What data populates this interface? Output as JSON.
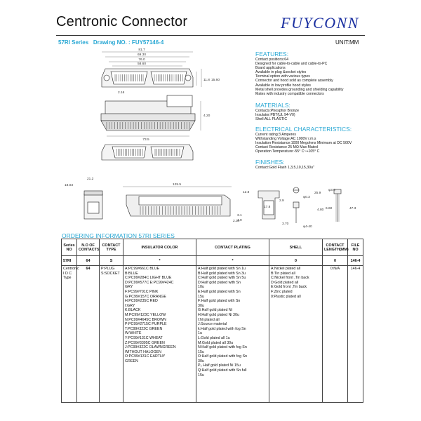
{
  "header": {
    "title": "Centronic Connector",
    "brand": "FUYCONN",
    "series_label": "57RI Series",
    "drawing_label": "Drawing NO. : FUY57146-4",
    "unit": "UNIT:MM"
  },
  "features": {
    "heading": "FEATURES:",
    "items": [
      "Contact positions:64",
      "Designed for cable-to-cable and cable-to-PC",
      "Board applications",
      "Available in plug &socket styles",
      "Terminal option with various types",
      "Connector and hood sold as complete assembly",
      "Available in low profile hood styles",
      "Metal shell provides grounding and shielding capability",
      "Mates with industry compatible connectors"
    ]
  },
  "materials": {
    "heading": "MATERIALS:",
    "items": [
      "Contacts:Phosphor Bronze",
      "Insulator:PBT(UL 94-V0)",
      "Shell:ALL PLASTIC"
    ]
  },
  "electrical": {
    "heading": "ELECTRICAL CHARACTERISTICS:",
    "items": [
      "Current rating:3 Amperes",
      "Withstanding Voltage:AC 1000V r.m.s",
      "Insulation Resistance:1000  Megohms Minimum at DC 500V",
      "Contact Resistance 25 MΩ  Max Mated",
      "Operation Temperature:-55° C~+105° C"
    ]
  },
  "finishes": {
    "heading": "FINISHES:",
    "items": [
      "Contact:Gold Flash 1,3,5,10,15,30u\""
    ]
  },
  "dimensions": {
    "d1": "81.7",
    "d2": "69.30",
    "d3": "76.0",
    "d4": "58.60",
    "d5": "11.8",
    "d6": "15.60",
    "d7": "2.16",
    "d8": "4.20",
    "d9": "73.5",
    "d10": "21.2",
    "d11": "18.03",
    "d12": "125.5",
    "d13": "2.34",
    "d14": "12.8",
    "d15": "17.8",
    "d16": "2.9",
    "d17": "3.1",
    "d18": "4.9",
    "d19": "3.70",
    "d20": "25.9",
    "d21": "φ0.3",
    "d22": "φ4-40",
    "d23": "6.60",
    "d24": "47.3",
    "d25": "φ3.0",
    "d26": "4.80"
  },
  "ordering": {
    "heading": "ORDERING INFORMATION 57RI SERIES",
    "columns": [
      "Series NO",
      "N.O OF CONTACTS",
      "CONTACT TYPE",
      "INSULATOR COLOR",
      "CONTACT PLATING",
      "SHELL",
      "CONTACT LENGTH(MM)",
      "FILE NO"
    ],
    "code_row": [
      "57RI",
      "64",
      "S",
      "*",
      "*",
      "0",
      "0",
      "146-4"
    ],
    "body": {
      "series": [
        "Centronic",
        "I D C",
        "Type"
      ],
      "contacts": "64",
      "contact_type": [
        "P:PLUG",
        "S:SOCKET"
      ],
      "insulator": [
        "A:PC99#661C BLUE",
        "B:BLUE",
        "C:PC99#284C LIGHT BLUE",
        "D:PC99#577C E:PC99#424C",
        "GRY",
        "F:PC99#701C PINK",
        "G:PC99#157C ORANGE",
        "H:PC99#235C RED",
        "I:GRY",
        "K:BLACK",
        "M:PC99#123C  YELLOW",
        "N:PC99#4645C BROWN",
        "P:PC99#2715C PURPLE",
        "T:PC99#322C GREEN",
        "W:WHITE",
        "Y:PC99#131C WHEAT",
        "Z:PC99#3395C GREEN",
        "J:PC99#322C OLAWNGREEN",
        "WITHOUT HALOGEN",
        "O:PC99#131C EARTHY",
        "GREEN"
      ],
      "plating": [
        "A:Half gold plated with Sn 1u",
        "B:Half gold plated with Sn 3u",
        "C:Half gold plated with Sn 5u",
        "D:Half gold plated with Sn",
        "10u",
        "E:Half gold plated with Sn",
        "15u",
        "F:Half gold plated with Sn",
        "30u",
        "G:Half gold plated Ni",
        "H:Half gold plated Ni 30u",
        "I:Ni plated all",
        "J:Source material",
        "k:Half gold plated with fog Sn",
        "1u",
        "L:Gold plated all 1u",
        "M:Gold plated all 30u",
        "N:Half gold plated with fog Sn",
        "15u",
        "O:Half gold plated with fog Sn",
        "30u",
        "P₀ Half gold plated Ni 15u",
        "Q:Half gold plated with Sn full",
        "15u"
      ],
      "shell": [
        "A:Nickel plated all",
        "B:Tin plated all",
        "C:Nickel front ,Tin back",
        "D:Gold plated all",
        "E:Gold front ,Tin back",
        "F:Zinc plated",
        "0:Plastic plated all"
      ],
      "length": "0:N/A",
      "file": "146-4"
    }
  }
}
